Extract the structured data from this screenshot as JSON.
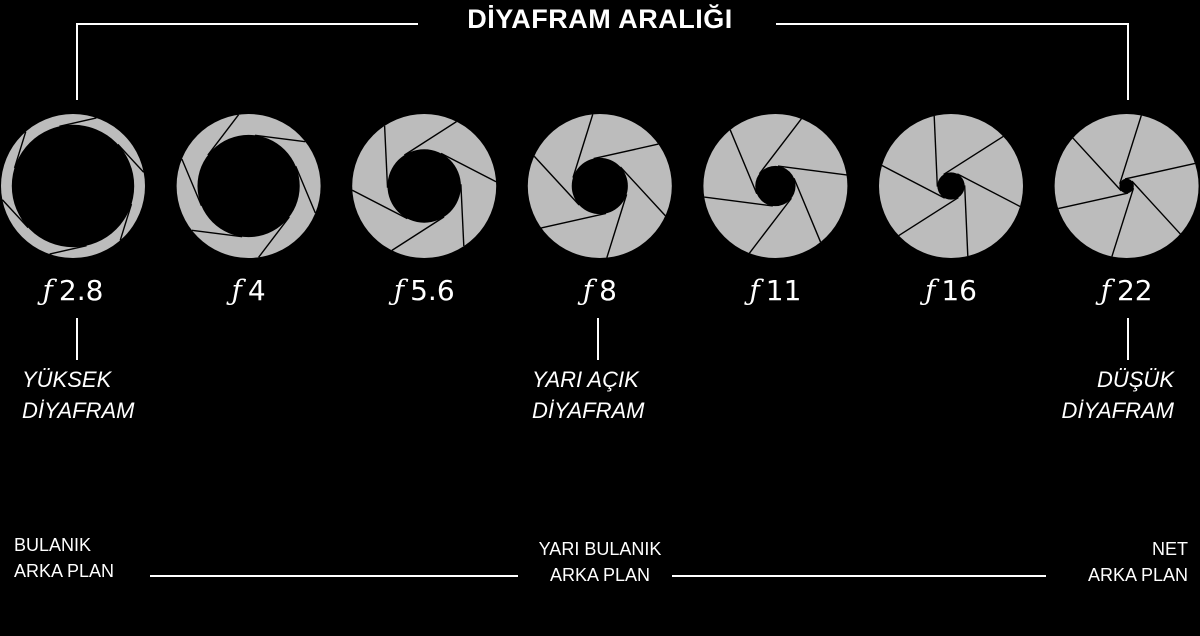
{
  "title": "DİYAFRAM ARALIĞI",
  "colors": {
    "background": "#000000",
    "blade": "#bcbcbc",
    "line": "#ffffff"
  },
  "stops": [
    {
      "label": "2.8",
      "aperture_ratio": 0.85
    },
    {
      "label": "4",
      "aperture_ratio": 0.71
    },
    {
      "label": "5.6",
      "aperture_ratio": 0.51
    },
    {
      "label": "8",
      "aperture_ratio": 0.39
    },
    {
      "label": "11",
      "aperture_ratio": 0.28
    },
    {
      "label": "16",
      "aperture_ratio": 0.19
    },
    {
      "label": "22",
      "aperture_ratio": 0.1
    }
  ],
  "f_symbol": "ƒ",
  "captions": {
    "high": {
      "line1": "YÜKSEK",
      "line2": "DİYAFRAM"
    },
    "mid": {
      "line1": "YARI AÇIK",
      "line2": "DİYAFRAM"
    },
    "low": {
      "line1": "DÜŞÜK",
      "line2": "DİYAFRAM"
    }
  },
  "background": {
    "blurry": {
      "line1": "BULANIK",
      "line2": "ARKA PLAN"
    },
    "half": {
      "line1": "YARI BULANIK",
      "line2": "ARKA PLAN"
    },
    "sharp": {
      "line1": "NET",
      "line2": "ARKA PLAN"
    }
  }
}
